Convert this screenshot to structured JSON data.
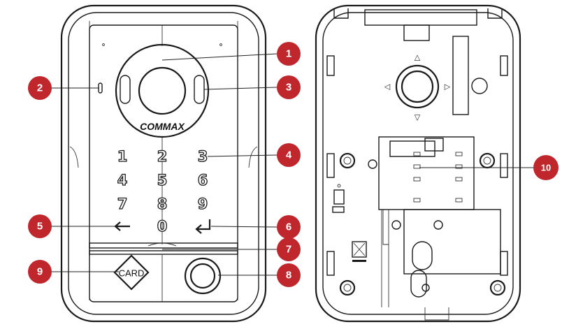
{
  "front_panel": {
    "brand": "COMMAX",
    "card_label": "CARD",
    "keys": [
      "1",
      "2",
      "3",
      "4",
      "5",
      "6",
      "7",
      "8",
      "9",
      "0"
    ]
  },
  "callouts": [
    "1",
    "2",
    "3",
    "4",
    "5",
    "6",
    "7",
    "8",
    "9",
    "10"
  ],
  "colors": {
    "badge": "#c0272d",
    "line": "#1a1a1a"
  }
}
